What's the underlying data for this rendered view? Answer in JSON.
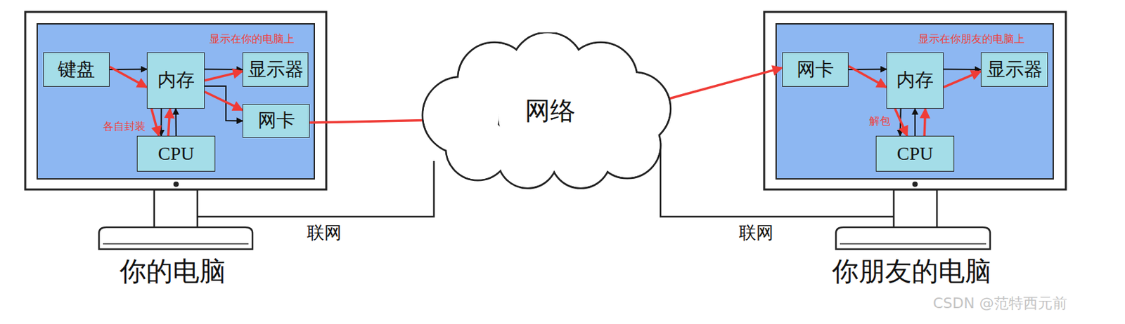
{
  "diagram": {
    "nodes": [
      {
        "text": [
          "键盘"
        ]
      },
      {
        "text": [
          "内存"
        ]
      },
      {
        "text": [
          "显示器"
        ]
      },
      {
        "text": [
          "网卡"
        ]
      },
      {
        "text": [
          "CPU"
        ]
      },
      {
        "text": [
          "网络"
        ]
      },
      {
        "text": [
          "网卡"
        ]
      },
      {
        "text": [
          "内存"
        ]
      },
      {
        "text": [
          "显示器"
        ]
      },
      {
        "text": [
          "CPU"
        ]
      }
    ],
    "edges": [
      {
        "from": 0,
        "to": 1,
        "arrow": "to"
      },
      {
        "from": 1,
        "to": 2,
        "arrow": "to"
      },
      {
        "from": 1,
        "to": 3,
        "arrow": "to"
      },
      {
        "from": 1,
        "to": 4,
        "arrow": "to"
      },
      {
        "from": 4,
        "to": 1,
        "arrow": "to"
      },
      {
        "from": 0,
        "to": 1,
        "arrow": "to"
      },
      {
        "from": 1,
        "to": 2,
        "arrow": "to"
      },
      {
        "from": 1,
        "to": 3,
        "arrow": "to"
      },
      {
        "from": 1,
        "to": 4,
        "arrow": "to"
      },
      {
        "from": 4,
        "to": 1,
        "arrow": "to"
      },
      {
        "from": 3,
        "to": 5,
        "arrow": "to"
      },
      {
        "from": 5,
        "to": 6,
        "arrow": "to"
      },
      {
        "from": 6,
        "to": 7,
        "arrow": "to"
      },
      {
        "from": 7,
        "to": 8,
        "arrow": "to"
      },
      {
        "from": 7,
        "to": 9,
        "arrow": "to"
      },
      {
        "from": 9,
        "to": 7,
        "arrow": "to"
      },
      {
        "from": 6,
        "to": 7,
        "arrow": "to"
      },
      {
        "from": 7,
        "to": 8,
        "arrow": "to"
      },
      {
        "from": 7,
        "to": 9,
        "arrow": "to"
      },
      {
        "from": 9,
        "to": 7,
        "arrow": "to"
      }
    ],
    "labels": [
      "显示在你的电脑上",
      "各自封装",
      "显示在你朋友的电脑上",
      "解包",
      "联网",
      "联网",
      "你的电脑",
      "你朋友的电脑",
      "CSDN @范特西元前"
    ]
  }
}
